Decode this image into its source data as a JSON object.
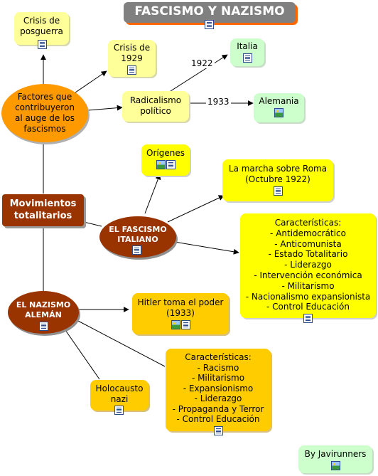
{
  "title": "FASCISMO Y NAZISMO",
  "credit": "By Javirunners",
  "links": {
    "y1922": "1922",
    "y1933": "1933"
  },
  "nodes": {
    "crisis_posguerra": "Crisis de\nposguerra",
    "crisis_1929": "Crisis de\n1929",
    "italia": "Italia",
    "alemania": "Alemania",
    "radicalismo": "Radicalismo\npolítico",
    "factores": "Factores que\ncontribuyeron\nal auge de los\nfascismos",
    "origenes": "Orígenes",
    "marcha": "La marcha sobre Roma\n(Octubre 1922)",
    "movimientos": "Movimientos\ntotalitarios",
    "fascismo_italiano": "EL FASCISMO\nITALIANO",
    "caract_italia": "Características:\n- Antidemocrático\n- Anticomunista\n- Estado Totalitario\n- Liderazgo\n- Intervención económica\n- Militarismo\n- Nacionalismo expansionista\n- Control Educación",
    "nazismo_aleman": "EL NAZISMO\nALEMÁN",
    "hitler": "Hitler toma el poder\n(1933)",
    "caract_aleman": "Características:\n- Racismo\n- Militarismo\n- Expansionismo\n- Liderazgo\n- Propaganda y Terror\n- Control Educación",
    "holocausto": "Holocausto\nnazi"
  },
  "icons": {
    "doc": "document-icon",
    "img": "image-icon"
  }
}
